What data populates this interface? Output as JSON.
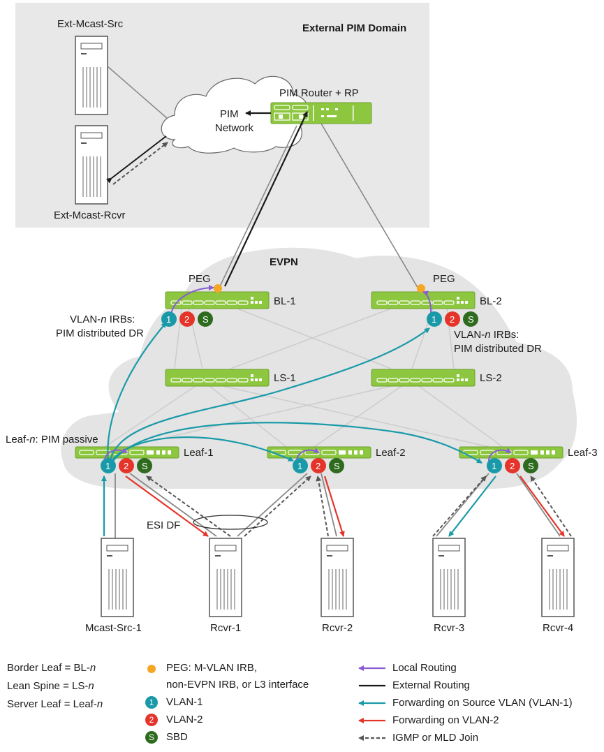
{
  "regions": {
    "external_pim_domain": "External PIM Domain",
    "evpn": "EVPN",
    "pim_network_line1": "PIM",
    "pim_network_line2": "Network"
  },
  "devices": {
    "ext_mcast_src": "Ext-Mcast-Src",
    "ext_mcast_rcvr": "Ext-Mcast-Rcvr",
    "pim_router": "PIM Router + RP",
    "bl1": "BL-1",
    "bl2": "BL-2",
    "ls1": "LS-1",
    "ls2": "LS-2",
    "leaf1": "Leaf-1",
    "leaf2": "Leaf-2",
    "leaf3": "Leaf-3",
    "mcast_src1": "Mcast-Src-1",
    "rcvr1": "Rcvr-1",
    "rcvr2": "Rcvr-2",
    "rcvr3": "Rcvr-3",
    "rcvr4": "Rcvr-4"
  },
  "annotations": {
    "peg": "PEG",
    "vlan_irbs_prefix": "VLAN-",
    "vlan_irbs_n": "n",
    "vlan_irbs_suffix": " IRBs:",
    "pim_distributed_dr": "PIM distributed DR",
    "leaf_prefix": "Leaf-",
    "leaf_n": "n",
    "leaf_suffix": ": PIM passive",
    "esi_df": "ESI DF"
  },
  "badges": {
    "vlan1": "1",
    "vlan2": "2",
    "sbd": "S"
  },
  "legend": {
    "border_leaf_prefix": "Border Leaf = BL-",
    "lean_spine_prefix": "Lean Spine = LS-",
    "server_leaf_prefix": "Server Leaf = Leaf-",
    "n": "n",
    "peg_line1": "PEG: M-VLAN IRB,",
    "peg_line2": "non-EVPN IRB, or L3 interface",
    "vlan1": "VLAN-1",
    "vlan2": "VLAN-2",
    "sbd": "SBD",
    "local_routing": "Local Routing",
    "external_routing": "External Routing",
    "fwd_source_vlan": "Forwarding on Source VLAN (VLAN-1)",
    "fwd_vlan2": "Forwarding on VLAN-2",
    "igmp_join": "IGMP or MLD Join"
  },
  "colors": {
    "device_green": "#8dc63f",
    "vlan1_teal": "#1a9aa8",
    "vlan2_red": "#e5352b",
    "sbd_green": "#2e6b1e",
    "peg_orange": "#f5a623",
    "local_routing_purple": "#8a5cd1",
    "external_routing_black": "#1a1a1a",
    "igmp_gray": "#555555",
    "region_gray": "#e8e8e8",
    "cloud_gray": "#e4e4e4"
  }
}
